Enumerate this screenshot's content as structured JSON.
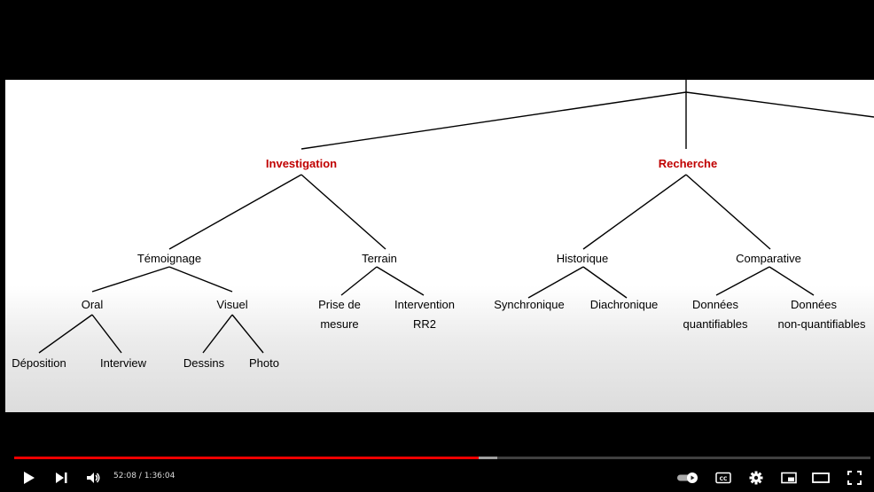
{
  "slide": {
    "nodes": {
      "investigation": "Investigation",
      "recherche": "Recherche",
      "temoignage": "Témoignage",
      "terrain": "Terrain",
      "historique": "Historique",
      "comparative": "Comparative",
      "oral": "Oral",
      "visuel": "Visuel",
      "prise_line1": "Prise de",
      "prise_line2": "mesure",
      "intervention_line1": "Intervention",
      "intervention_line2": "RR2",
      "synchronique": "Synchronique",
      "diachronique": "Diachronique",
      "donnees_q_line1": "Données",
      "donnees_q_line2": "quantifiables",
      "donnees_nq_line1": "Données",
      "donnees_nq_line2": "non-quantifiables",
      "deposition": "Déposition",
      "interview": "Interview",
      "dessins": "Dessins",
      "photo": "Photo"
    },
    "highlight_color": "#c00000"
  },
  "player": {
    "time_display": "52:08 / 1:36:04",
    "progress_fraction": 0.542,
    "buffered_fraction": 0.564,
    "progress_color": "#ee0000",
    "controls": [
      "play-icon",
      "next-icon",
      "volume-icon",
      "autoplay-toggle-icon",
      "captions-icon",
      "settings-icon",
      "miniplayer-icon",
      "theater-icon",
      "fullscreen-icon"
    ]
  }
}
